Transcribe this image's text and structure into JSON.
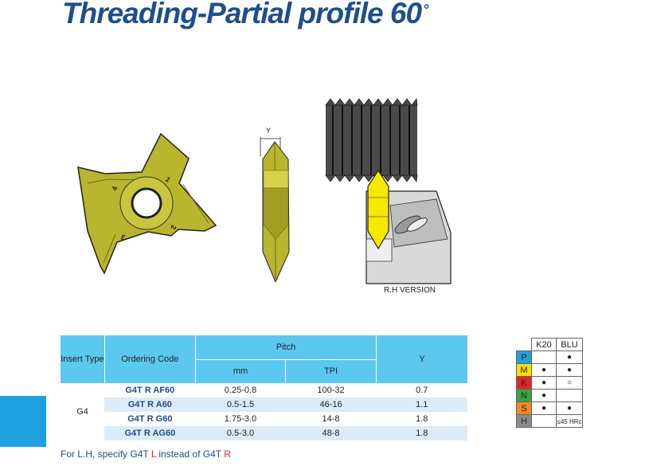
{
  "title": "Threading-Partial profile 60",
  "title_degree": "°",
  "figure": {
    "dimension_label": "Y",
    "version_label": "R.H VERSION",
    "insert_numbers": [
      "1",
      "2",
      "3",
      "4"
    ]
  },
  "table": {
    "headers": {
      "insert_type": "Insert Type",
      "ordering_code": "Ordering Code",
      "pitch": "Pitch",
      "mm": "mm",
      "tpi": "TPI",
      "y": "Y"
    },
    "insert_type": "G4",
    "rows": [
      {
        "code": "G4T R AF60",
        "mm": "0.25-0.8",
        "tpi": "100-32",
        "y": "0.7"
      },
      {
        "code": "G4T R A60",
        "mm": "0.5-1.5",
        "tpi": "46-16",
        "y": "1.1"
      },
      {
        "code": "G4T R G60",
        "mm": "1.75-3.0",
        "tpi": "14-8",
        "y": "1.8"
      },
      {
        "code": "G4T R AG60",
        "mm": "0.5-3.0",
        "tpi": "48-8",
        "y": "1.8"
      }
    ]
  },
  "footnote": {
    "prefix": "For L.H, specify G4T ",
    "l": "L",
    "middle": " instead of G4T ",
    "r": "R"
  },
  "grades": {
    "columns": [
      "K20",
      "BLU"
    ],
    "rows": [
      {
        "material": "P",
        "color": "#1fa0df",
        "k20": "",
        "blu": "●"
      },
      {
        "material": "M",
        "color": "#f7e000",
        "k20": "●",
        "blu": "●"
      },
      {
        "material": "K",
        "color": "#e3242b",
        "k20": "●",
        "blu": "○"
      },
      {
        "material": "N",
        "color": "#3aa447",
        "k20": "●",
        "blu": ""
      },
      {
        "material": "S",
        "color": "#f08a24",
        "k20": "●",
        "blu": "●"
      },
      {
        "material": "H",
        "color": "#8c8c8c",
        "k20": "",
        "blu": "≤45 HRc"
      }
    ]
  }
}
